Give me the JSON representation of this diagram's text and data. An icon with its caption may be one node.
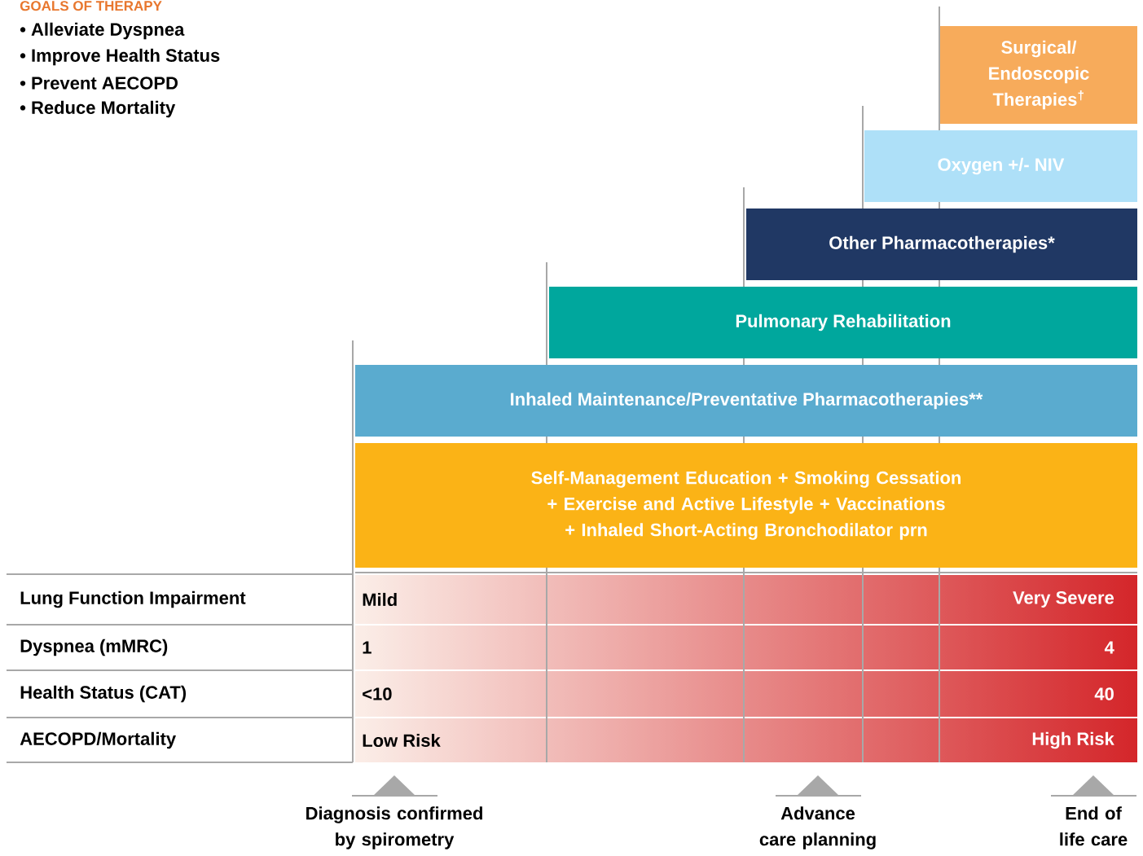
{
  "diagram": {
    "title": "GOALS OF THERAPY",
    "nodes": [
      {
        "text": [
          "Surgical/ Endoscopic Therapies$^{†}$"
        ]
      },
      {
        "text": [
          "Oxygen +/- NIV"
        ]
      },
      {
        "text": [
          "Other Pharmacotherapies*"
        ]
      },
      {
        "text": [
          "Pulmonary Rehabilitation"
        ]
      },
      {
        "text": [
          "Inhaled Maintenance/Preventative Pharmacotherapies**"
        ]
      },
      {
        "text": [
          "Self-Management Education + Smoking Cessation + Exercise and Active Lifestyle + Vaccinations + Inhaled Short-Acting Bronchodilator prn"
        ]
      }
    ],
    "labels": [
      "• Alleviate Dyspnea",
      "• Improve Health Status",
      "• Prevent AECOPD",
      "• Reduce Mortality",
      "Lung Function Impairment",
      "Mild",
      "Very Severe",
      "Dyspnea (mMRC)",
      "1",
      "4",
      "Health Status (CAT)",
      "<10",
      "40",
      "AECOPD/Mortality",
      "Low Risk",
      "High Risk",
      "Diagnosis confirmed by spirometry",
      "Advance care planning",
      "End of life care"
    ]
  }
}
